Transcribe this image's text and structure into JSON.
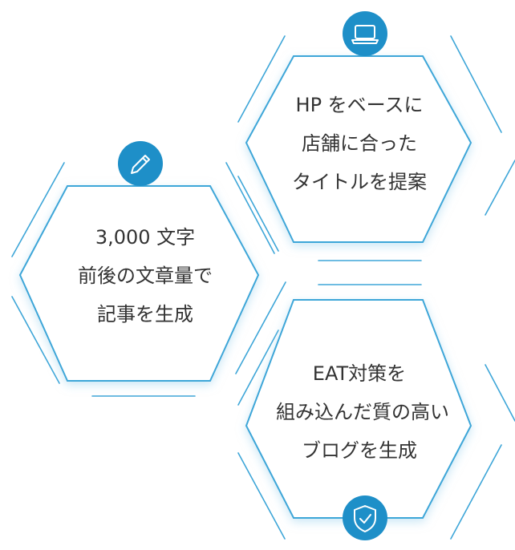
{
  "colors": {
    "accent": "#1e8fc8",
    "outline": "#3ea6d8",
    "text": "#333333",
    "background": "#ffffff",
    "shadow": "#cfe9f6"
  },
  "hexagons": [
    {
      "id": "hp",
      "icon": "laptop-icon",
      "lines": [
        "HP をベースに",
        "店舗に合った",
        "タイトルを提案"
      ]
    },
    {
      "id": "article",
      "icon": "pencil-icon",
      "lines": [
        "3,000 文字",
        "前後の文章量で",
        "記事を生成"
      ]
    },
    {
      "id": "blog",
      "icon": "shield-check-icon",
      "lines": [
        "EAT対策を",
        "組み込んだ質の高い",
        "ブログを生成"
      ]
    }
  ]
}
